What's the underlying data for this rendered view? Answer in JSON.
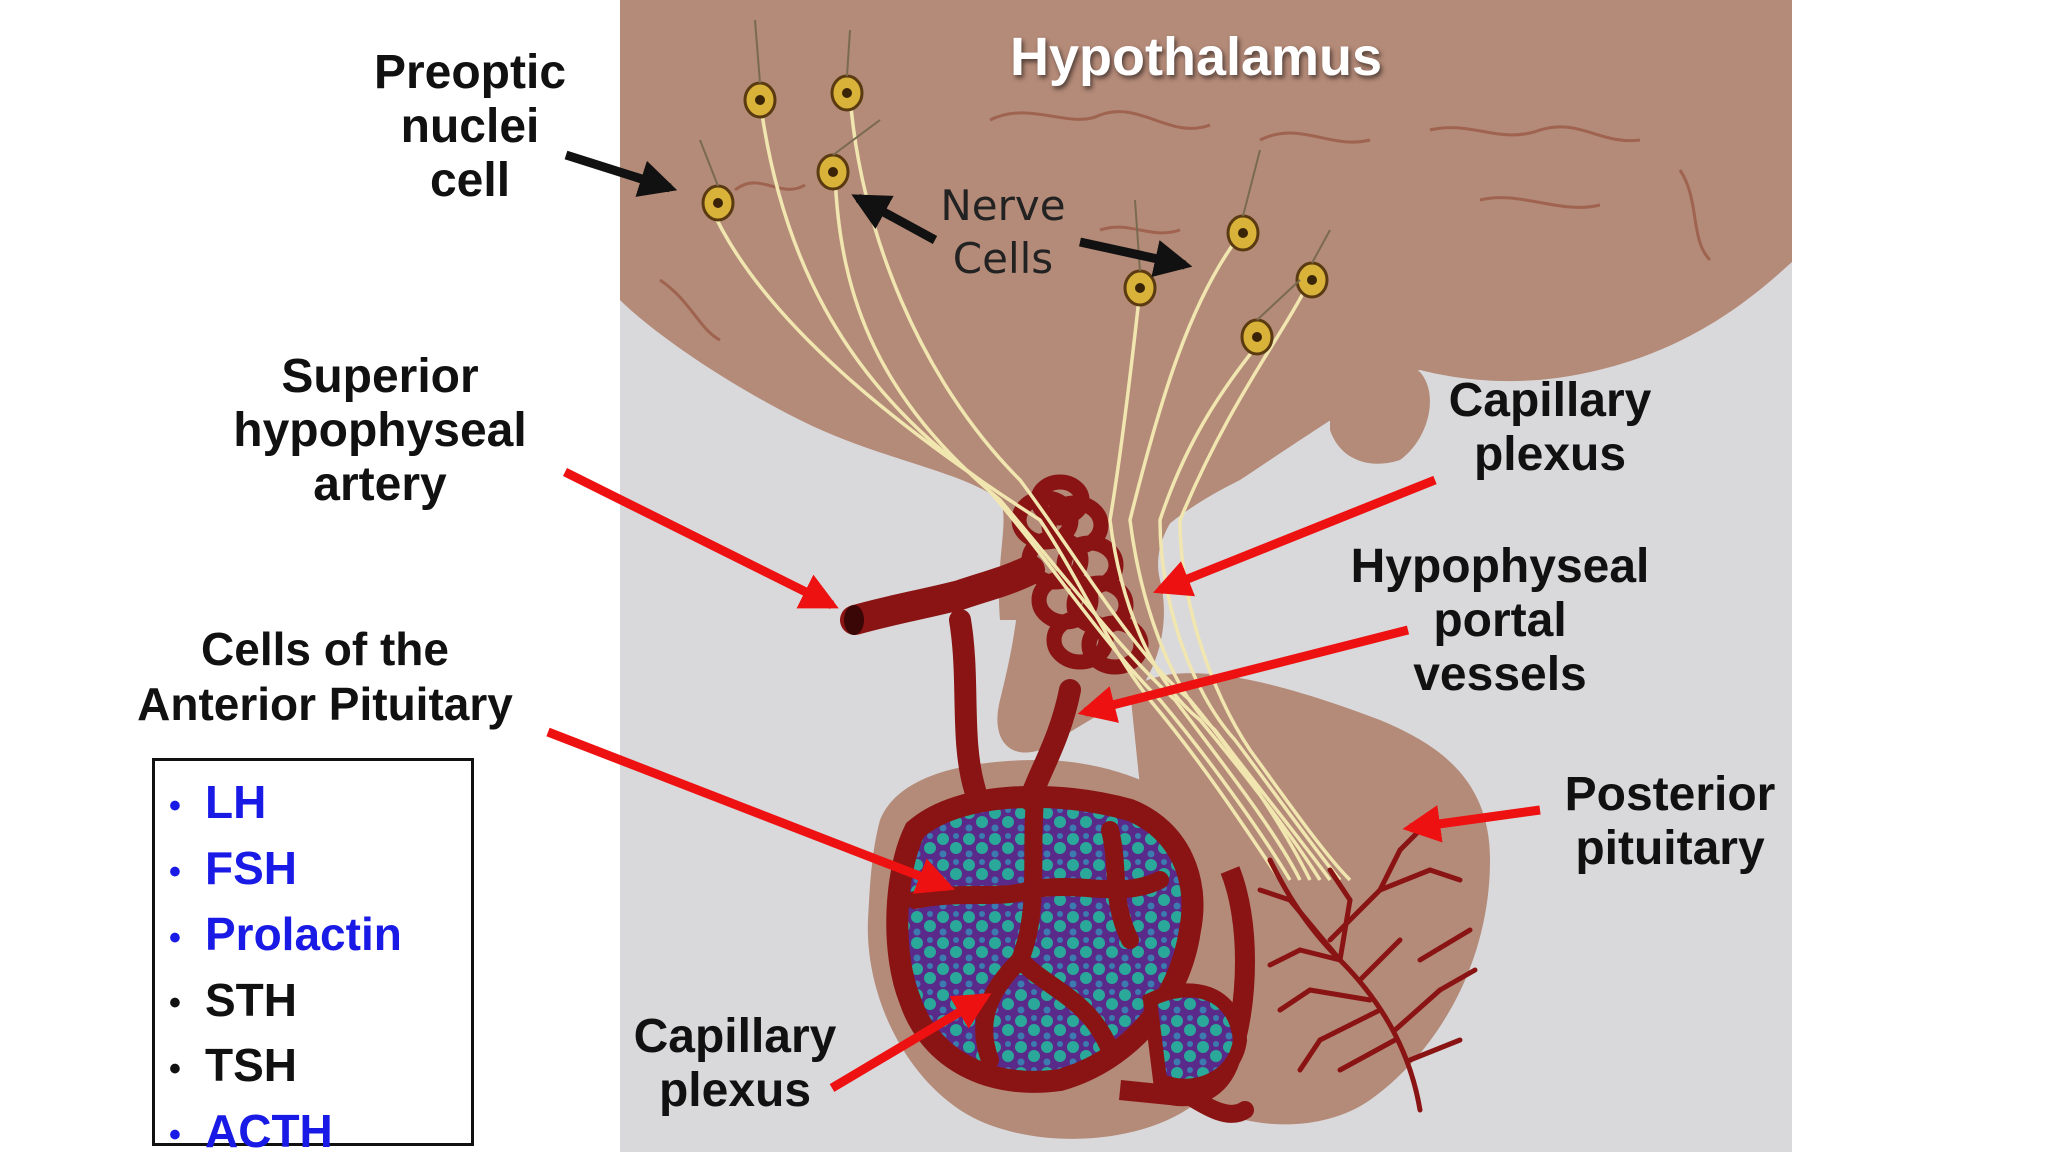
{
  "title": "Hypothalamus",
  "labels": {
    "preoptic": [
      "Preoptic",
      "nuclei",
      "cell"
    ],
    "nerve_cells": [
      "Nerve",
      "Cells"
    ],
    "superior_artery": [
      "Superior",
      "hypophyseal",
      "artery"
    ],
    "capillary_plexus_upper": [
      "Capillary",
      "plexus"
    ],
    "portal_vessels": [
      "Hypophyseal",
      "portal",
      "vessels"
    ],
    "anterior_cells": [
      "Cells of the",
      "Anterior Pituitary"
    ],
    "posterior_pituitary": [
      "Posterior",
      "pituitary"
    ],
    "capillary_plexus_lower": [
      "Capillary",
      "plexus"
    ]
  },
  "hormones": [
    {
      "name": "LH",
      "color": "#1a1ae6"
    },
    {
      "name": "FSH",
      "color": "#1a1ae6"
    },
    {
      "name": "Prolactin",
      "color": "#1a1ae6"
    },
    {
      "name": "STH",
      "color": "#111111"
    },
    {
      "name": "TSH",
      "color": "#111111"
    },
    {
      "name": "ACTH",
      "color": "#1a1ae6"
    }
  ],
  "colors": {
    "tissue": "#b48a78",
    "background_panel": "#d9d9db",
    "vessel": "#8a1414",
    "arrow_red": "#ee1111",
    "arrow_black": "#111111",
    "cell_teal": "#2aa89a",
    "cell_purple": "#5a2a8a"
  }
}
